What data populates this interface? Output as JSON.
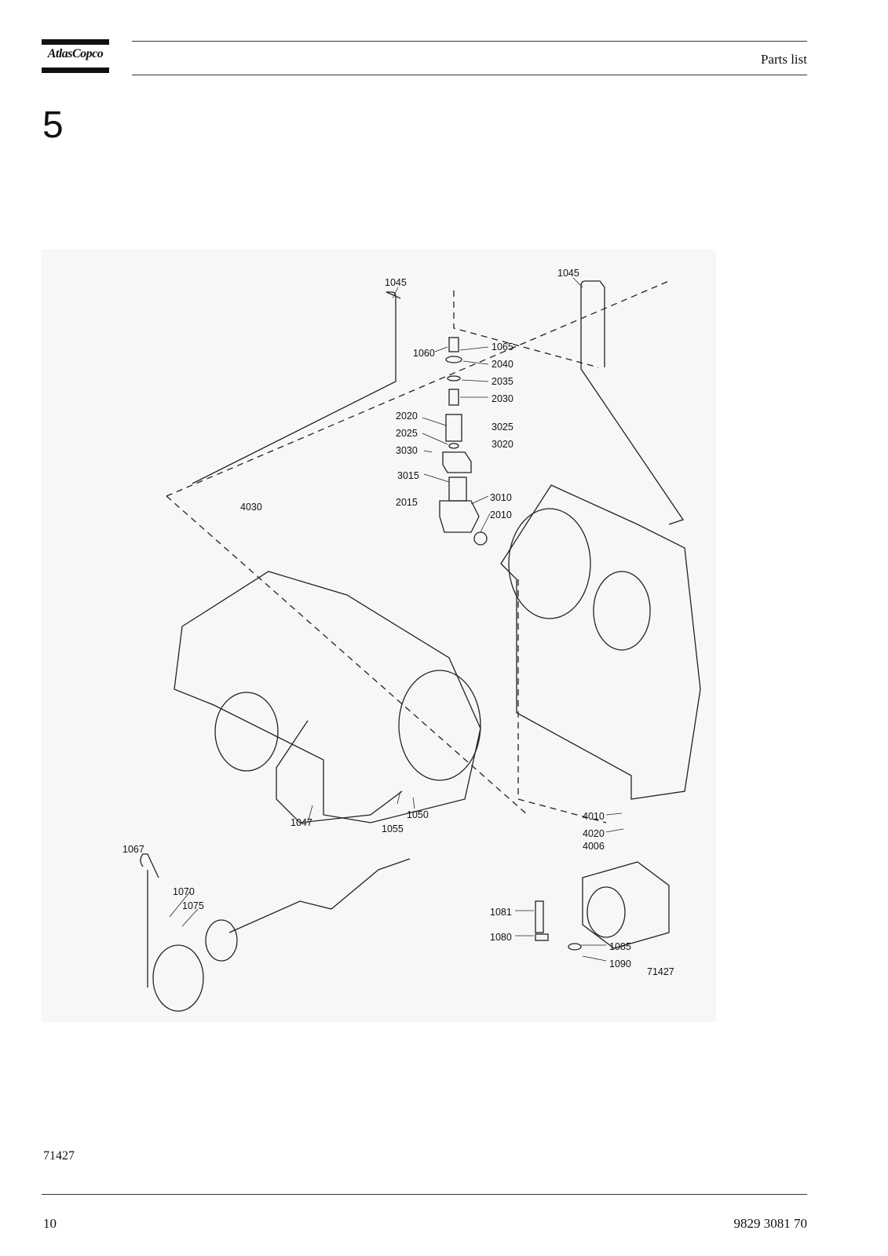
{
  "header": {
    "logo_text": "AtlasCopco",
    "title": "Parts list"
  },
  "section": {
    "number": "5"
  },
  "figure": {
    "drawing_id": "71427",
    "callouts": [
      "1045",
      "1045",
      "1060",
      "1065",
      "2040",
      "2035",
      "2030",
      "2020",
      "2025",
      "3025",
      "3030",
      "3020",
      "3015",
      "3010",
      "2015",
      "2010",
      "4030",
      "1047",
      "1055",
      "1050",
      "4010",
      "4020",
      "4006",
      "1067",
      "1070",
      "1075",
      "1081",
      "1080",
      "1085",
      "1090"
    ]
  },
  "footer": {
    "figure_ref": "71427",
    "page_number": "10",
    "doc_number": "9829 3081 70"
  }
}
